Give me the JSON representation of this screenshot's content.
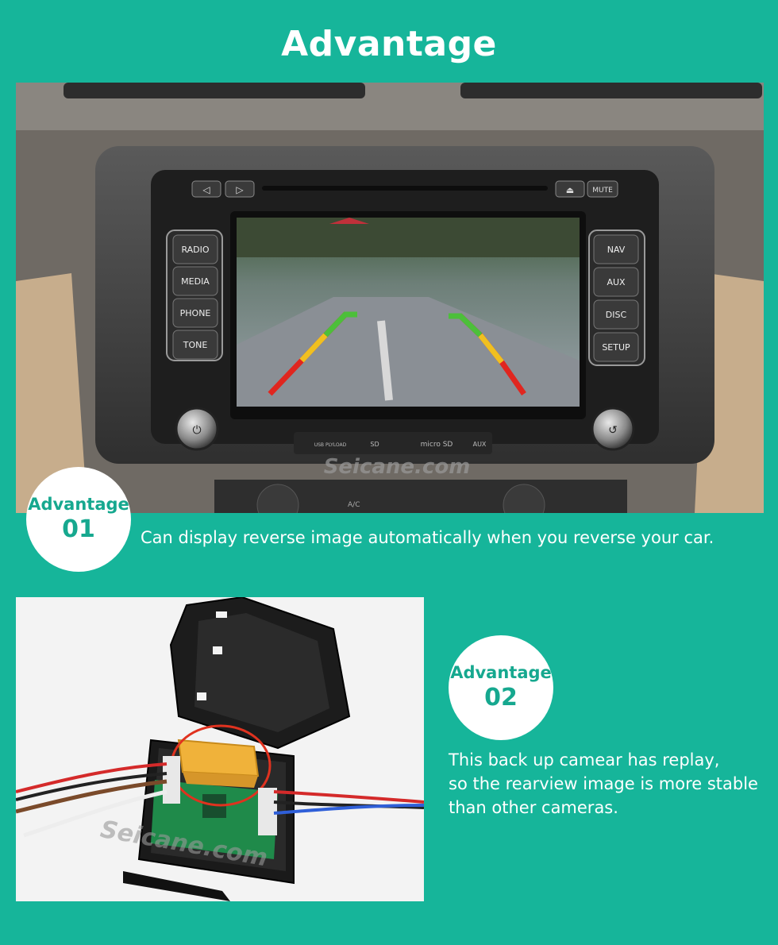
{
  "header": {
    "title": "Advantage"
  },
  "advantages": [
    {
      "label": "Advantage",
      "number": "01",
      "text": "Can display reverse image automatically when you reverse your car."
    },
    {
      "label": "Advantage",
      "number": "02",
      "lines": [
        "This back up camear has replay,",
        "so the rearview image is more stable",
        "than other cameras."
      ]
    }
  ],
  "headunit": {
    "left_buttons": [
      "RADIO",
      "MEDIA",
      "PHONE",
      "TONE"
    ],
    "right_buttons": [
      "NAV",
      "AUX",
      "DISC",
      "SETUP"
    ],
    "mute_label": "MUTE",
    "slot_labels": [
      "USB PLYLOAD",
      "SD",
      "micro SD",
      "AUX"
    ],
    "climate_label": "A/C"
  },
  "watermark": "Seicane.com",
  "colors": {
    "background": "#16b59a",
    "accent_text": "#16a88f"
  }
}
